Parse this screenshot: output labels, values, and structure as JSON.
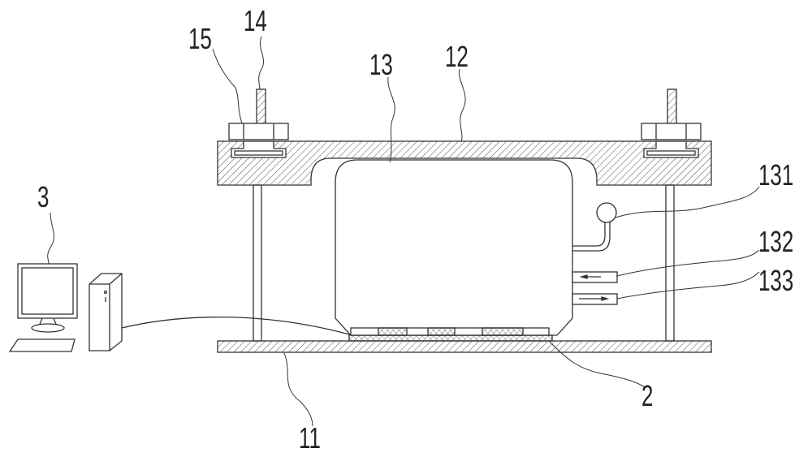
{
  "labels": {
    "l15": "15",
    "l14": "14",
    "l13": "13",
    "l12": "12",
    "l3": "3",
    "l131": "131",
    "l132": "132",
    "l133": "133",
    "l2": "2",
    "l11": "11"
  },
  "colors": {
    "line": "#333333",
    "background": "#ffffff"
  }
}
